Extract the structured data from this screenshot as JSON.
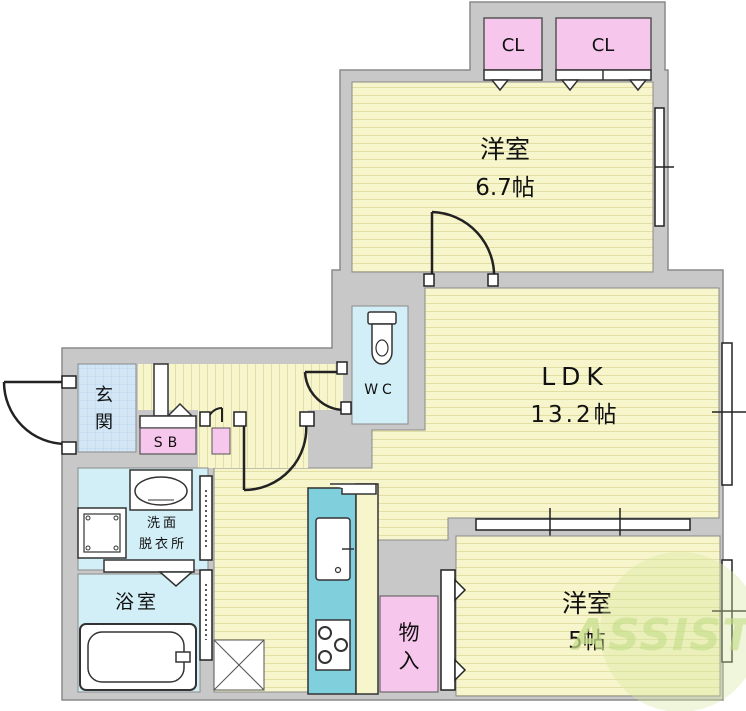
{
  "rooms": {
    "western_room_1": {
      "name": "洋室",
      "size": "6.7帖"
    },
    "ldk": {
      "name": "LDK",
      "size": "13.2帖"
    },
    "western_room_2": {
      "name": "洋室",
      "size": "5帖"
    },
    "entrance": {
      "name": "玄関"
    },
    "shoe_box": {
      "name": "SB"
    },
    "toilet": {
      "name": "WC"
    },
    "washroom": {
      "line1": "洗面",
      "line2": "脱衣所"
    },
    "bathroom": {
      "name": "浴室"
    },
    "storage": {
      "name": "物入"
    },
    "closet_1": {
      "name": "CL"
    },
    "closet_2": {
      "name": "CL"
    }
  },
  "watermark": {
    "text": "ASSIST"
  },
  "colors": {
    "wall": "#c8c8c8",
    "wall_edge": "#8a8a8a",
    "floor": "#f7f5cc",
    "floor_line": "#e3dfa4",
    "closet": "#f7c6ec",
    "wet_area": "#d2eef6",
    "kitchen": "#7fd0dc",
    "watermark": "#c8df8c"
  }
}
